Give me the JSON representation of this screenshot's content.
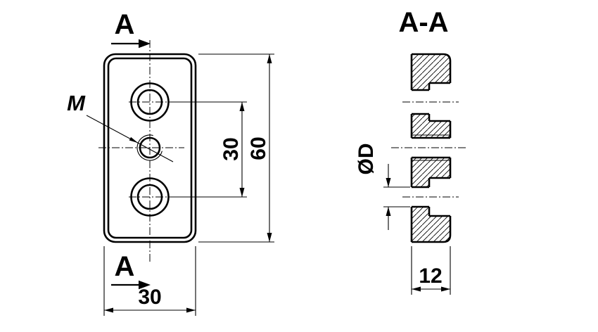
{
  "colors": {
    "line": "#000000",
    "background": "#ffffff"
  },
  "front_view": {
    "section_letter_top": "A",
    "section_letter_bottom": "A",
    "thread_label": "M",
    "dim_hole_spacing": "30",
    "dim_plate_height": "60",
    "dim_plate_width": "30"
  },
  "section_view": {
    "title": "A-A",
    "dim_hole_diameter": "ØD",
    "dim_thickness": "12"
  }
}
